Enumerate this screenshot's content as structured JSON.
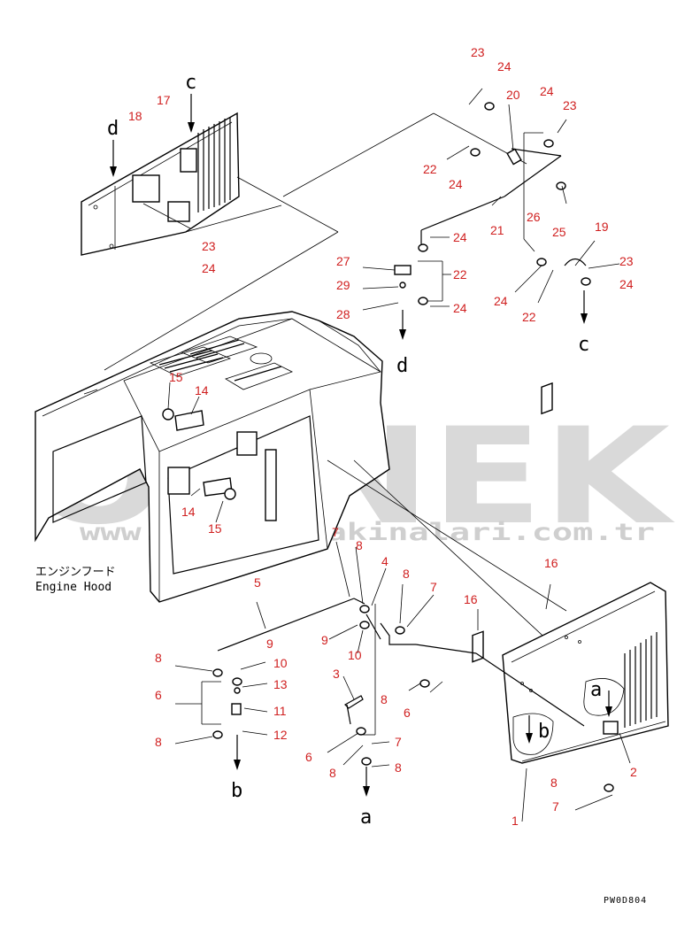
{
  "watermark": {
    "brand": "ORNEK",
    "url": "www.ornekismakinalari.com.tr"
  },
  "caption": {
    "japanese": "エンジンフード",
    "english": "Engine Hood"
  },
  "drawing_code": "PW0D804",
  "view_markers": [
    "a",
    "b",
    "c",
    "d"
  ],
  "callouts": [
    "1",
    "2",
    "3",
    "4",
    "5",
    "6",
    "7",
    "8",
    "9",
    "10",
    "11",
    "12",
    "13",
    "14",
    "15",
    "16",
    "17",
    "18",
    "19",
    "20",
    "21",
    "22",
    "23",
    "24",
    "25",
    "26",
    "27",
    "28",
    "29"
  ],
  "colors": {
    "callout": "#d02020",
    "line": "#000000",
    "watermark": "#d9d9d9"
  }
}
